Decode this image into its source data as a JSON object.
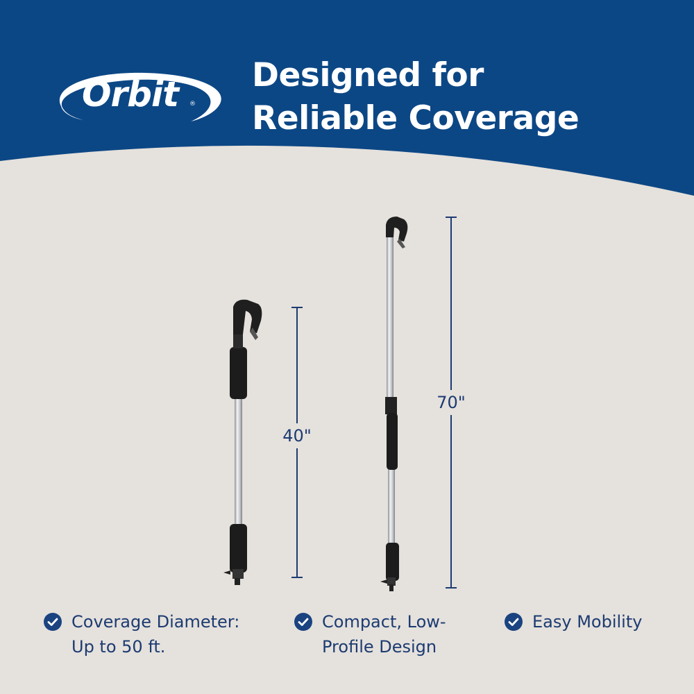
{
  "brand": {
    "name": "Orbit",
    "reg_mark": "®"
  },
  "headline": {
    "line1": "Designed for",
    "line2": "Reliable Coverage"
  },
  "measurements": {
    "short": "40\"",
    "tall": "70\""
  },
  "features": [
    {
      "line1": "Coverage Diameter:",
      "line2": "Up to 50 ft.",
      "icon": "check-circle-icon"
    },
    {
      "line1": "Compact, Low-",
      "line2": "Profile Design",
      "icon": "check-circle-icon"
    },
    {
      "line1": "Easy Mobility",
      "line2": "",
      "icon": "check-circle-icon"
    }
  ],
  "colors": {
    "banner": "#0c4785",
    "background": "#e5e1dc",
    "text": "#1c3b72",
    "check": "#1a4380"
  }
}
